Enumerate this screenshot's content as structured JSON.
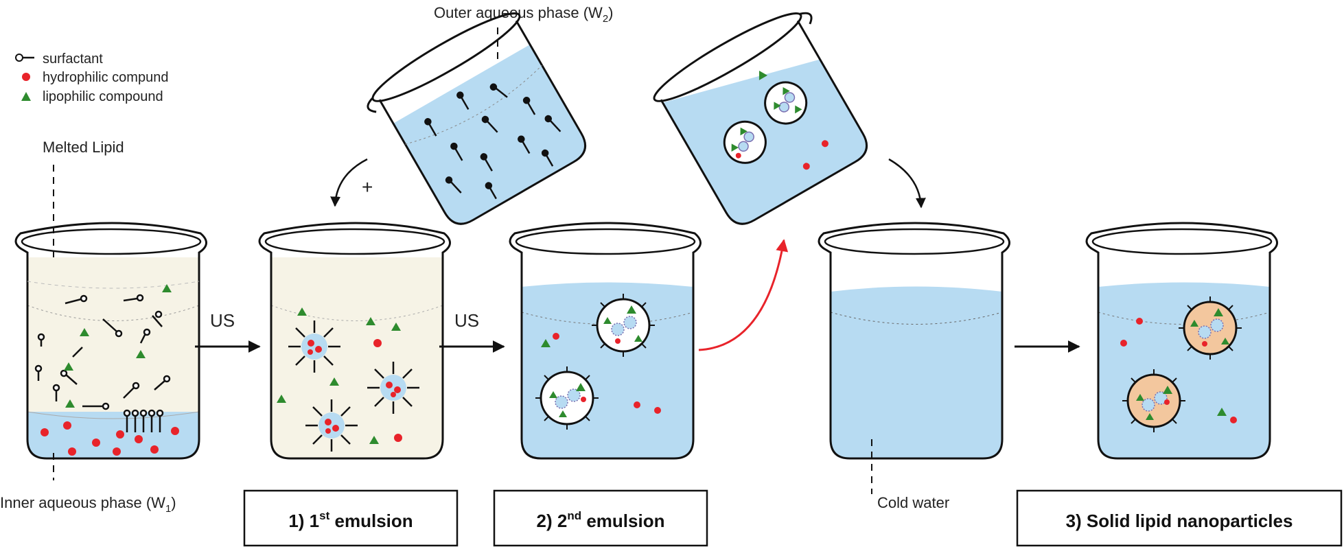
{
  "legend": {
    "surfactant": "surfactant",
    "hydrophilic": "hydrophilic compund",
    "lipophilic": "lipophilic compound"
  },
  "labels": {
    "melted_lipid": "Melted Lipid",
    "inner_phase": "Inner aqueous phase (W",
    "inner_sub": "1",
    "inner_close": ")",
    "outer_phase": "Outer aqueous phase (W",
    "outer_sub": "2",
    "outer_close": ")",
    "cold_water": "Cold water",
    "us1": "US",
    "us2": "US",
    "plus": "+"
  },
  "steps": {
    "s1_pre": "1) 1",
    "s1_sup": "st",
    "s1_post": " emulsion",
    "s2_pre": "2) 2",
    "s2_sup": "nd",
    "s2_post": " emulsion",
    "s3": "3) Solid lipid nanoparticles"
  },
  "colors": {
    "water": "#b7dbf2",
    "lipid": "#f6f3e6",
    "solid": "#f3c79e",
    "hydrophilic": "#e8232a",
    "lipophilic": "#2e8b2e",
    "red_arrow": "#e8232a"
  }
}
